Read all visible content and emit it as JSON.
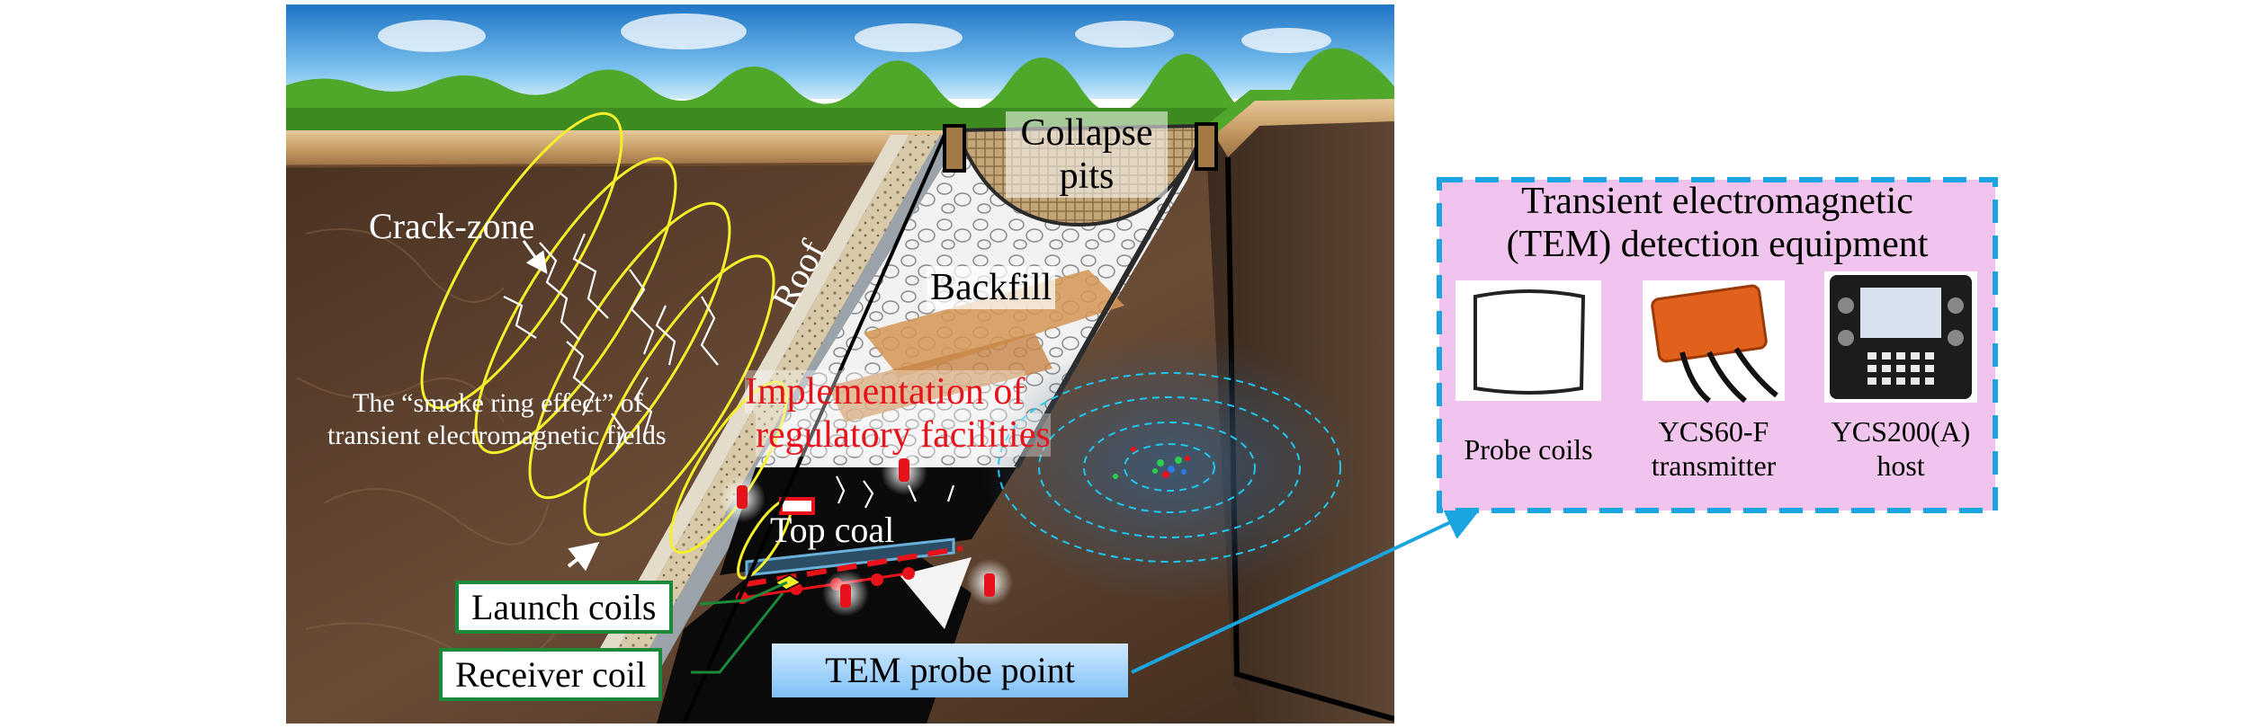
{
  "labels": {
    "collapse_pits": "Collapse\npits",
    "crack_zone": "Crack-zone",
    "backfill": "Backfill",
    "roof": "Roof",
    "smoke_ring_line1": "The “smoke ring effect” of",
    "smoke_ring_line2": "transient electromagnetic fields",
    "implementation_line1": "Implementation of",
    "implementation_line2": "regulatory facilities",
    "top_coal": "Top coal",
    "launch_coils": "Launch coils",
    "receiver_coil": "Receiver coil",
    "tem_probe_point": "TEM probe point"
  },
  "equipment_panel": {
    "title_line1": "Transient electromagnetic",
    "title_line2": "(TEM) detection equipment",
    "items": [
      {
        "label_line1": "Probe coils",
        "label_line2": "",
        "icon": "probe-coils-photo"
      },
      {
        "label_line1": "YCS60-F",
        "label_line2": "transmitter",
        "icon": "transmitter-photo"
      },
      {
        "label_line1": "YCS200(A)",
        "label_line2": "host",
        "icon": "host-photo"
      }
    ]
  },
  "colors": {
    "sky": "#4aa3e0",
    "grass": "#4fa82a",
    "soil": "#5a4030",
    "sandy_layer": "#c9a77a",
    "panel_bg": "#f0c4ec",
    "panel_border": "#1ba5e0",
    "label_border": "#1a8a3a",
    "highlight_red": "#e8131a",
    "ellipse_yellow": "#f5f02a",
    "field_cyan": "#1ec8f0"
  }
}
